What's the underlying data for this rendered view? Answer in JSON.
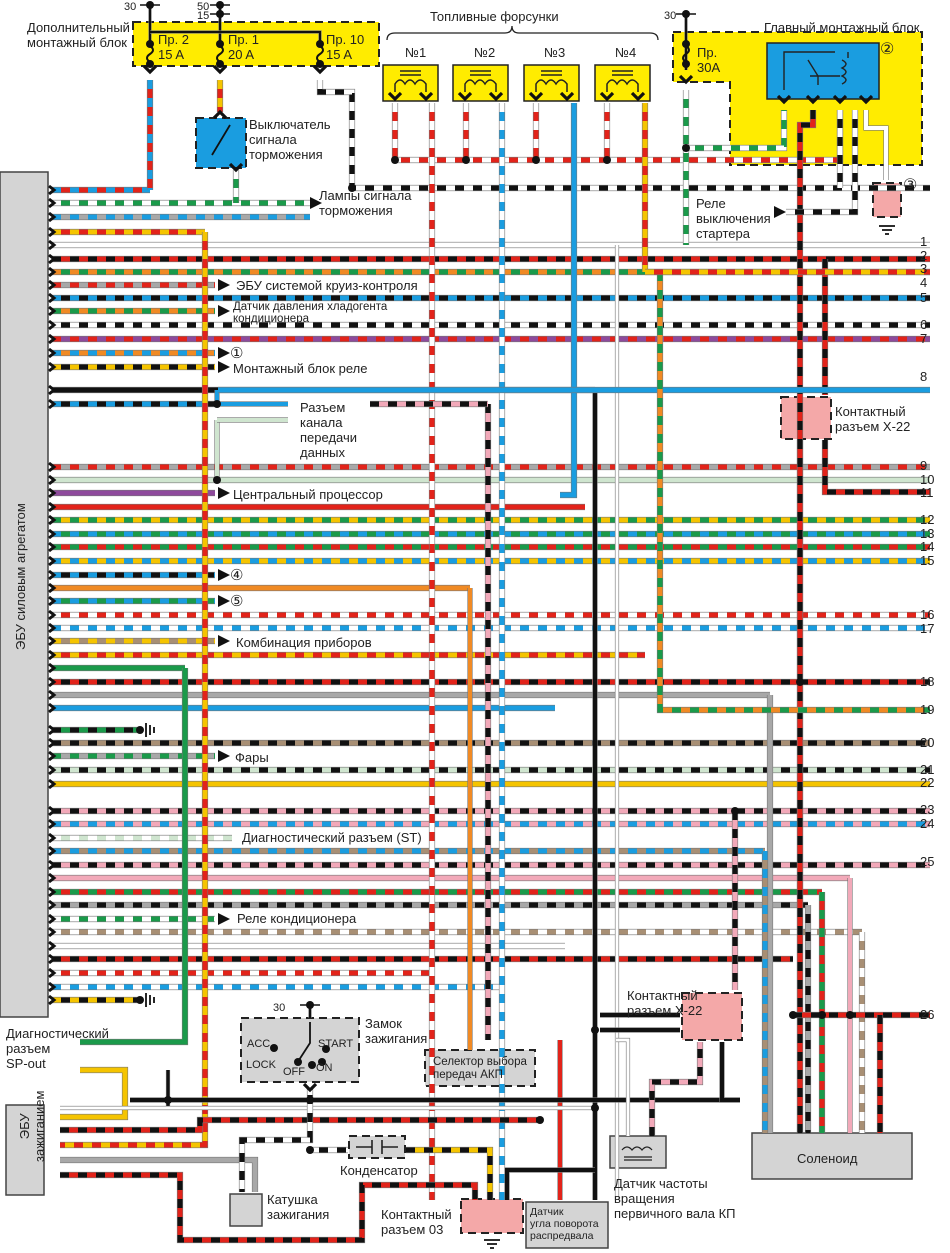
{
  "supply": {
    "t30_a": "30",
    "t50": "50",
    "t15": "15",
    "t30_b": "30",
    "t30_c": "30"
  },
  "aux_block": {
    "title": "Дополнительный\nмонтажный блок",
    "fuses": [
      {
        "name": "Пр. 2",
        "rating": "15 A"
      },
      {
        "name": "Пр. 1",
        "rating": "20 A"
      },
      {
        "name": "Пр. 10",
        "rating": "15 A"
      }
    ]
  },
  "brake_switch": "Выключатель\nсигнала\nторможения",
  "brake_lamps": "Лампы сигнала\nторможения",
  "injectors": {
    "title": "Топливные форсунки",
    "items": [
      "№1",
      "№2",
      "№3",
      "№4"
    ]
  },
  "main_block": {
    "title": "Главный монтажный блок",
    "fuse_name": "Пр.",
    "fuse_rating": "30A",
    "relay_marker": "②",
    "ground_marker": "③"
  },
  "starter_relay": "Реле\nвыключения\nстартера",
  "ecu_power": "ЭБУ силовым агрегатом",
  "ecu_ignition": "ЭБУ\nзажиганием",
  "destinations": {
    "cruise": "ЭБУ системой круиз-контроля",
    "ac_pressure": "Датчик давления хладогента\nкондиционера",
    "marker1": "①",
    "relay_block": "Монтажный блок реле",
    "data_link": "Разъем\nканала\nпередачи\nданных",
    "cpu": "Центральный процессор",
    "marker4": "④",
    "marker5": "⑤",
    "cluster": "Комбинация приборов",
    "headlights": "Фары",
    "diag_st": "Диагностический разъем (ST)",
    "ac_relay": "Реле кондиционера",
    "diag_sp": "Диагностический\nразъем\nSP-out"
  },
  "connector_x22_top": "Контактный\nразъем X-22",
  "connector_x22_bottom": "Контактный\nразъем X-22",
  "connector_03": "Контактный\nразъем 03",
  "ignition_switch": {
    "title": "Замок\nзажигания",
    "positions": [
      "ACC",
      "LOCK",
      "OFF",
      "ON",
      "START"
    ],
    "supply": "30"
  },
  "at_selector": "Селектор выбора\nпередач АКП",
  "capacitor": "Конденсатор",
  "ignition_coil": "Катушка\nзажигания",
  "cam_sensor": "Датчик\nугла поворота\nраспредвала",
  "input_shaft_sensor": "Датчик частоты\nвращения\nпервичного вала КП",
  "solenoid": "Соленоид",
  "pin_numbers": [
    "1",
    "2",
    "3",
    "4",
    "5",
    "6",
    "7",
    "8",
    "9",
    "10",
    "11",
    "12",
    "13",
    "14",
    "15",
    "16",
    "17",
    "18",
    "19",
    "20",
    "21",
    "22",
    "23",
    "24",
    "25",
    "26"
  ],
  "colors": {
    "yellow_block": "#ffec00",
    "blue_block": "#1a9de0",
    "pink_block": "#f4a8a8",
    "grey_box": "#d4d4d4",
    "red": "#e2231a",
    "black": "#111111",
    "green": "#1a9a4a",
    "blue": "#1a9de0",
    "orange": "#f08a24",
    "purple": "#8e4a9c",
    "brown": "#a88f74",
    "pink": "#f2a9b9",
    "grey": "#a8a8a8",
    "lightgreen": "#cfe5cf",
    "yellow": "#f5c400"
  }
}
